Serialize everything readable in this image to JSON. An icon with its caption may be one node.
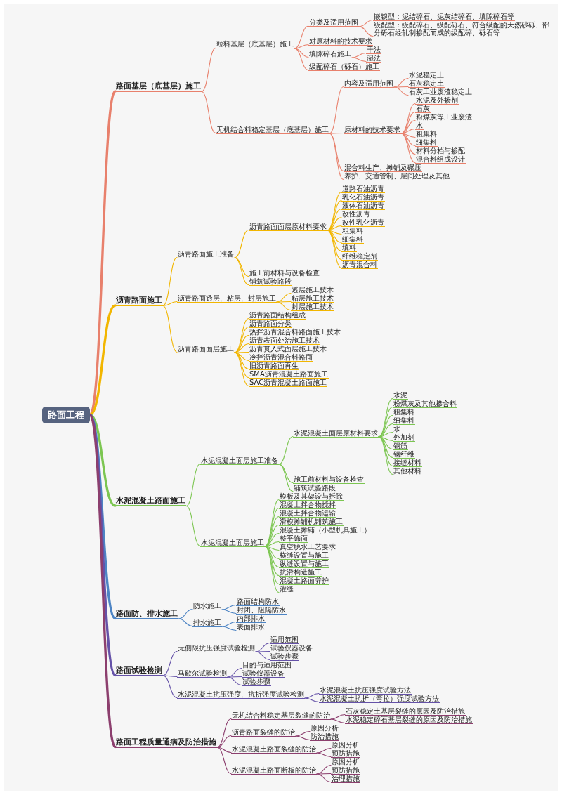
{
  "diagram": {
    "nodes": [
      {
        "text": [
          "路面工程"
        ]
      },
      {
        "text": [
          "路面基层（底基层）施工"
        ]
      },
      {
        "text": [
          "粒料基层（底基层）施工"
        ]
      },
      {
        "text": [
          "分类及适用范围"
        ]
      },
      {
        "text": [
          "嵌锁型：泥结碎石、泥灰结碎石、填隙碎石等"
        ]
      },
      {
        "text": [
          "级配型：级配碎石、级配砾石、符合级配的天然砂砾、部分砾石经轧制掺配而成的级配碎、砾石等"
        ]
      },
      {
        "text": [
          "对原材料的技术要求"
        ]
      },
      {
        "text": [
          "填隙碎石施工"
        ]
      },
      {
        "text": [
          "干法"
        ]
      },
      {
        "text": [
          "湿法"
        ]
      },
      {
        "text": [
          "级配碎石（砾石）施工"
        ]
      },
      {
        "text": [
          "无机结合料稳定基层（底基层）施工"
        ]
      },
      {
        "text": [
          "内容及适用范围"
        ]
      },
      {
        "text": [
          "水泥稳定土"
        ]
      },
      {
        "text": [
          "石灰稳定土"
        ]
      },
      {
        "text": [
          "石灰工业废渣稳定土"
        ]
      },
      {
        "text": [
          "原材料的技术要求"
        ]
      },
      {
        "text": [
          "水泥及外掺剂"
        ]
      },
      {
        "text": [
          "石灰"
        ]
      },
      {
        "text": [
          "粉煤灰等工业废渣"
        ]
      },
      {
        "text": [
          "水"
        ]
      },
      {
        "text": [
          "粗集料"
        ]
      },
      {
        "text": [
          "细集料"
        ]
      },
      {
        "text": [
          "材料分档与掺配"
        ]
      },
      {
        "text": [
          "混合料组成设计"
        ]
      },
      {
        "text": [
          "混合料生产、摊铺及碾压"
        ]
      },
      {
        "text": [
          "养护、交通管制、层间处理及其他"
        ]
      },
      {
        "text": [
          "沥青路面施工"
        ]
      },
      {
        "text": [
          "沥青路面施工准备"
        ]
      },
      {
        "text": [
          "沥青路面面层原材料要求"
        ]
      },
      {
        "text": [
          "道路石油沥青"
        ]
      },
      {
        "text": [
          "乳化石油沥青"
        ]
      },
      {
        "text": [
          "液体石油沥青"
        ]
      },
      {
        "text": [
          "改性沥青"
        ]
      },
      {
        "text": [
          "改性乳化沥青"
        ]
      },
      {
        "text": [
          "粗集料"
        ]
      },
      {
        "text": [
          "细集料"
        ]
      },
      {
        "text": [
          "填料"
        ]
      },
      {
        "text": [
          "纤维稳定剂"
        ]
      },
      {
        "text": [
          "沥青混合料"
        ]
      },
      {
        "text": [
          "施工前材料与设备检查"
        ]
      },
      {
        "text": [
          "铺筑试验路段"
        ]
      },
      {
        "text": [
          "沥青路面透层、粘层、封层施工"
        ]
      },
      {
        "text": [
          "透层施工技术"
        ]
      },
      {
        "text": [
          "粘层施工技术"
        ]
      },
      {
        "text": [
          "封层施工技术"
        ]
      },
      {
        "text": [
          "沥青路面面层施工"
        ]
      },
      {
        "text": [
          "沥青路面结构组成"
        ]
      },
      {
        "text": [
          "沥青路面分类"
        ]
      },
      {
        "text": [
          "热拌沥青混合料路面施工技术"
        ]
      },
      {
        "text": [
          "沥青表面处治施工技术"
        ]
      },
      {
        "text": [
          "沥青贯入式面层施工技术"
        ]
      },
      {
        "text": [
          "冷拌沥青混合料路面"
        ]
      },
      {
        "text": [
          "旧沥青路面再生"
        ]
      },
      {
        "text": [
          "SMA沥青混凝土路面施工"
        ]
      },
      {
        "text": [
          "SAC沥青混凝土路面施工"
        ]
      },
      {
        "text": [
          "水泥混凝土路面施工"
        ]
      },
      {
        "text": [
          "水泥混凝土面层施工准备"
        ]
      },
      {
        "text": [
          "水泥混凝土面层原材料要求"
        ]
      },
      {
        "text": [
          "水泥"
        ]
      },
      {
        "text": [
          "粉煤灰及其他掺合料"
        ]
      },
      {
        "text": [
          "粗集料"
        ]
      },
      {
        "text": [
          "细集料"
        ]
      },
      {
        "text": [
          "水"
        ]
      },
      {
        "text": [
          "外加剂"
        ]
      },
      {
        "text": [
          "钢筋"
        ]
      },
      {
        "text": [
          "钢纤维"
        ]
      },
      {
        "text": [
          "接缝材料"
        ]
      },
      {
        "text": [
          "其他材料"
        ]
      },
      {
        "text": [
          "施工前材料与设备检查"
        ]
      },
      {
        "text": [
          "铺筑试验路段"
        ]
      },
      {
        "text": [
          "水泥混凝土面层施工"
        ]
      },
      {
        "text": [
          "模板及其架设与拆除"
        ]
      },
      {
        "text": [
          "混凝土拌合物搅拌"
        ]
      },
      {
        "text": [
          "混凝土拌合物运输"
        ]
      },
      {
        "text": [
          "滑模摊铺机铺筑施工"
        ]
      },
      {
        "text": [
          "混凝土摊铺（小型机具施工）"
        ]
      },
      {
        "text": [
          "整平饰面"
        ]
      },
      {
        "text": [
          "真空脱水工艺要求"
        ]
      },
      {
        "text": [
          "横缝设置与施工"
        ]
      },
      {
        "text": [
          "纵缝设置与施工"
        ]
      },
      {
        "text": [
          "抗滑构造施工"
        ]
      },
      {
        "text": [
          "混凝土路面养护"
        ]
      },
      {
        "text": [
          "灌缝"
        ]
      },
      {
        "text": [
          "路面防、排水施工"
        ]
      },
      {
        "text": [
          "防水施工"
        ]
      },
      {
        "text": [
          "路面结构防水"
        ]
      },
      {
        "text": [
          "封闭、阻隔防水"
        ]
      },
      {
        "text": [
          "排水施工"
        ]
      },
      {
        "text": [
          "内部排水"
        ]
      },
      {
        "text": [
          "表面排水"
        ]
      },
      {
        "text": [
          "路面试验检测"
        ]
      },
      {
        "text": [
          "无侧限抗压强度试验检测"
        ]
      },
      {
        "text": [
          "适用范围"
        ]
      },
      {
        "text": [
          "试验仪器设备"
        ]
      },
      {
        "text": [
          "试验步骤"
        ]
      },
      {
        "text": [
          "马歇尔试验检测"
        ]
      },
      {
        "text": [
          "目的与适用范围"
        ]
      },
      {
        "text": [
          "试验仪器设备"
        ]
      },
      {
        "text": [
          "试验步骤"
        ]
      },
      {
        "text": [
          "水泥混凝土抗压强度、抗折强度试验检测"
        ]
      },
      {
        "text": [
          "水泥混凝土抗压强度试验方法"
        ]
      },
      {
        "text": [
          "水泥混凝土抗折（弯拉）强度试验方法"
        ]
      },
      {
        "text": [
          "路面工程质量通病及防治措施"
        ]
      },
      {
        "text": [
          "无机结合料稳定基层裂缝的防治"
        ]
      },
      {
        "text": [
          "石灰稳定土基层裂缝的原因及防治措施"
        ]
      },
      {
        "text": [
          "水泥稳定碎石基层裂缝的原因及防治措施"
        ]
      },
      {
        "text": [
          "沥青路面裂缝的防治"
        ]
      },
      {
        "text": [
          "原因分析"
        ]
      },
      {
        "text": [
          "防治措施"
        ]
      },
      {
        "text": [
          "水泥混凝土路面裂缝的防治"
        ]
      },
      {
        "text": [
          "原因分析"
        ]
      },
      {
        "text": [
          "预防措施"
        ]
      },
      {
        "text": [
          "水泥混凝土路面断板的防治"
        ]
      },
      {
        "text": [
          "原因分析"
        ]
      },
      {
        "text": [
          "预防措施"
        ]
      },
      {
        "text": [
          "治理措施"
        ]
      }
    ],
    "edges": [
      {
        "from": 0,
        "to": 1,
        "arrow": "none",
        "style": "thick",
        "color": "#e8806c"
      },
      {
        "from": 1,
        "to": 2,
        "arrow": "none",
        "color": "#e8806c"
      },
      {
        "from": 2,
        "to": 3,
        "arrow": "none",
        "color": "#e8806c"
      },
      {
        "from": 3,
        "to": 4,
        "arrow": "none",
        "color": "#e8806c"
      },
      {
        "from": 3,
        "to": 5,
        "arrow": "none",
        "color": "#e8806c"
      },
      {
        "from": 2,
        "to": 6,
        "arrow": "none",
        "color": "#e8806c"
      },
      {
        "from": 2,
        "to": 7,
        "arrow": "none",
        "color": "#e8806c"
      },
      {
        "from": 7,
        "to": 8,
        "arrow": "none",
        "color": "#e8806c"
      },
      {
        "from": 7,
        "to": 9,
        "arrow": "none",
        "color": "#e8806c"
      },
      {
        "from": 2,
        "to": 10,
        "arrow": "none",
        "color": "#e8806c"
      },
      {
        "from": 1,
        "to": 11,
        "arrow": "none",
        "color": "#e8806c"
      },
      {
        "from": 11,
        "to": 12,
        "arrow": "none",
        "color": "#e8806c"
      },
      {
        "from": 12,
        "to": 13,
        "arrow": "none",
        "color": "#e8806c"
      },
      {
        "from": 12,
        "to": 14,
        "arrow": "none",
        "color": "#e8806c"
      },
      {
        "from": 12,
        "to": 15,
        "arrow": "none",
        "color": "#e8806c"
      },
      {
        "from": 11,
        "to": 16,
        "arrow": "none",
        "color": "#e8806c"
      },
      {
        "from": 16,
        "to": 17,
        "arrow": "none",
        "color": "#e8806c"
      },
      {
        "from": 16,
        "to": 18,
        "arrow": "none",
        "color": "#e8806c"
      },
      {
        "from": 16,
        "to": 19,
        "arrow": "none",
        "color": "#e8806c"
      },
      {
        "from": 16,
        "to": 20,
        "arrow": "none",
        "color": "#e8806c"
      },
      {
        "from": 16,
        "to": 21,
        "arrow": "none",
        "color": "#e8806c"
      },
      {
        "from": 16,
        "to": 22,
        "arrow": "none",
        "color": "#e8806c"
      },
      {
        "from": 16,
        "to": 23,
        "arrow": "none",
        "color": "#e8806c"
      },
      {
        "from": 16,
        "to": 24,
        "arrow": "none",
        "color": "#e8806c"
      },
      {
        "from": 11,
        "to": 25,
        "arrow": "none",
        "color": "#e8806c"
      },
      {
        "from": 11,
        "to": 26,
        "arrow": "none",
        "color": "#e8806c"
      },
      {
        "from": 0,
        "to": 27,
        "arrow": "none",
        "style": "thick"
      },
      {
        "from": 27,
        "to": 28,
        "arrow": "none"
      },
      {
        "from": 28,
        "to": 29,
        "arrow": "none"
      },
      {
        "from": 29,
        "to": 30,
        "arrow": "none"
      },
      {
        "from": 29,
        "to": 31,
        "arrow": "none"
      },
      {
        "from": 29,
        "to": 32,
        "arrow": "none"
      },
      {
        "from": 29,
        "to": 33,
        "arrow": "none"
      },
      {
        "from": 29,
        "to": 34,
        "arrow": "none"
      },
      {
        "from": 29,
        "to": 35,
        "arrow": "none"
      },
      {
        "from": 29,
        "to": 36,
        "arrow": "none"
      },
      {
        "from": 29,
        "to": 37,
        "arrow": "none"
      },
      {
        "from": 29,
        "to": 38,
        "arrow": "none"
      },
      {
        "from": 29,
        "to": 39,
        "arrow": "none"
      },
      {
        "from": 28,
        "to": 40,
        "arrow": "none"
      },
      {
        "from": 28,
        "to": 41,
        "arrow": "none"
      },
      {
        "from": 27,
        "to": 42,
        "arrow": "none"
      },
      {
        "from": 42,
        "to": 43,
        "arrow": "none"
      },
      {
        "from": 42,
        "to": 44,
        "arrow": "none"
      },
      {
        "from": 42,
        "to": 45,
        "arrow": "none"
      },
      {
        "from": 27,
        "to": 46,
        "arrow": "none"
      },
      {
        "from": 46,
        "to": 47,
        "arrow": "none"
      },
      {
        "from": 46,
        "to": 48,
        "arrow": "none"
      },
      {
        "from": 46,
        "to": 49,
        "arrow": "none"
      },
      {
        "from": 46,
        "to": 50,
        "arrow": "none"
      },
      {
        "from": 46,
        "to": 51,
        "arrow": "none"
      },
      {
        "from": 46,
        "to": 52,
        "arrow": "none"
      },
      {
        "from": 46,
        "to": 53,
        "arrow": "none"
      },
      {
        "from": 46,
        "to": 54,
        "arrow": "none"
      },
      {
        "from": 46,
        "to": 55,
        "arrow": "none"
      },
      {
        "from": 0,
        "to": 56,
        "arrow": "none",
        "style": "thick",
        "color": "#7cc651"
      },
      {
        "from": 56,
        "to": 57,
        "arrow": "none",
        "color": "#7cc651"
      },
      {
        "from": 57,
        "to": 58,
        "arrow": "none",
        "color": "#7cc651"
      },
      {
        "from": 58,
        "to": 59,
        "arrow": "none",
        "color": "#7cc651"
      },
      {
        "from": 58,
        "to": 60,
        "arrow": "none",
        "color": "#7cc651"
      },
      {
        "from": 58,
        "to": 61,
        "arrow": "none",
        "color": "#7cc651"
      },
      {
        "from": 58,
        "to": 62,
        "arrow": "none",
        "color": "#7cc651"
      },
      {
        "from": 58,
        "to": 63,
        "arrow": "none",
        "color": "#7cc651"
      },
      {
        "from": 58,
        "to": 64,
        "arrow": "none",
        "color": "#7cc651"
      },
      {
        "from": 58,
        "to": 65,
        "arrow": "none",
        "color": "#7cc651"
      },
      {
        "from": 58,
        "to": 66,
        "arrow": "none",
        "color": "#7cc651"
      },
      {
        "from": 58,
        "to": 67,
        "arrow": "none",
        "color": "#7cc651"
      },
      {
        "from": 58,
        "to": 68,
        "arrow": "none",
        "color": "#7cc651"
      },
      {
        "from": 57,
        "to": 69,
        "arrow": "none",
        "color": "#7cc651"
      },
      {
        "from": 57,
        "to": 70,
        "arrow": "none",
        "color": "#7cc651"
      },
      {
        "from": 56,
        "to": 71,
        "arrow": "none",
        "color": "#7cc651"
      },
      {
        "from": 71,
        "to": 72,
        "arrow": "none",
        "color": "#7cc651"
      },
      {
        "from": 71,
        "to": 73,
        "arrow": "none",
        "color": "#7cc651"
      },
      {
        "from": 71,
        "to": 74,
        "arrow": "none",
        "color": "#7cc651"
      },
      {
        "from": 71,
        "to": 75,
        "arrow": "none",
        "color": "#7cc651"
      },
      {
        "from": 71,
        "to": 76,
        "arrow": "none",
        "color": "#7cc651"
      },
      {
        "from": 71,
        "to": 77,
        "arrow": "none",
        "color": "#7cc651"
      },
      {
        "from": 71,
        "to": 78,
        "arrow": "none",
        "color": "#7cc651"
      },
      {
        "from": 71,
        "to": 79,
        "arrow": "none",
        "color": "#7cc651"
      },
      {
        "from": 71,
        "to": 80,
        "arrow": "none",
        "color": "#7cc651"
      },
      {
        "from": 71,
        "to": 81,
        "arrow": "none",
        "color": "#7cc651"
      },
      {
        "from": 71,
        "to": 82,
        "arrow": "none",
        "color": "#7cc651"
      },
      {
        "from": 71,
        "to": 83,
        "arrow": "none",
        "color": "#7cc651"
      },
      {
        "from": 0,
        "to": 84,
        "arrow": "none",
        "style": "thick",
        "color": "#4d84c4"
      },
      {
        "from": 84,
        "to": 85,
        "arrow": "none",
        "color": "#4d84c4"
      },
      {
        "from": 85,
        "to": 86,
        "arrow": "none",
        "color": "#4d84c4"
      },
      {
        "from": 85,
        "to": 87,
        "arrow": "none",
        "color": "#4d84c4"
      },
      {
        "from": 84,
        "to": 88,
        "arrow": "none",
        "color": "#4d84c4"
      },
      {
        "from": 88,
        "to": 89,
        "arrow": "none",
        "color": "#4d84c4"
      },
      {
        "from": 88,
        "to": 90,
        "arrow": "none",
        "color": "#4d84c4"
      },
      {
        "from": 0,
        "to": 91,
        "arrow": "none",
        "style": "thick",
        "color": "#6552a8"
      },
      {
        "from": 91,
        "to": 92,
        "arrow": "none",
        "color": "#6552a8"
      },
      {
        "from": 92,
        "to": 93,
        "arrow": "none",
        "color": "#6552a8"
      },
      {
        "from": 92,
        "to": 94,
        "arrow": "none",
        "color": "#6552a8"
      },
      {
        "from": 92,
        "to": 95,
        "arrow": "none",
        "color": "#6552a8"
      },
      {
        "from": 91,
        "to": 96,
        "arrow": "none",
        "color": "#6552a8"
      },
      {
        "from": 96,
        "to": 97,
        "arrow": "none",
        "color": "#6552a8"
      },
      {
        "from": 96,
        "to": 98,
        "arrow": "none",
        "color": "#6552a8"
      },
      {
        "from": 96,
        "to": 99,
        "arrow": "none",
        "color": "#6552a8"
      },
      {
        "from": 91,
        "to": 100,
        "arrow": "none",
        "color": "#6552a8"
      },
      {
        "from": 100,
        "to": 101,
        "arrow": "none",
        "color": "#6552a8"
      },
      {
        "from": 100,
        "to": 102,
        "arrow": "none",
        "color": "#6552a8"
      },
      {
        "from": 0,
        "to": 103,
        "arrow": "none",
        "style": "thick",
        "color": "#8c3f6e"
      },
      {
        "from": 103,
        "to": 104,
        "arrow": "none",
        "color": "#8c3f6e"
      },
      {
        "from": 104,
        "to": 105,
        "arrow": "none",
        "color": "#8c3f6e"
      },
      {
        "from": 104,
        "to": 106,
        "arrow": "none",
        "color": "#8c3f6e"
      },
      {
        "from": 103,
        "to": 107,
        "arrow": "none",
        "color": "#8c3f6e"
      },
      {
        "from": 107,
        "to": 108,
        "arrow": "none",
        "color": "#8c3f6e"
      },
      {
        "from": 107,
        "to": 109,
        "arrow": "none",
        "color": "#8c3f6e"
      },
      {
        "from": 103,
        "to": 110,
        "arrow": "none",
        "color": "#8c3f6e"
      },
      {
        "from": 110,
        "to": 111,
        "arrow": "none",
        "color": "#8c3f6e"
      },
      {
        "from": 110,
        "to": 112,
        "arrow": "none",
        "color": "#8c3f6e"
      },
      {
        "from": 103,
        "to": 113,
        "arrow": "none",
        "color": "#8c3f6e"
      },
      {
        "from": 113,
        "to": 114,
        "arrow": "none",
        "color": "#8c3f6e"
      },
      {
        "from": 113,
        "to": 115,
        "arrow": "none",
        "color": "#8c3f6e"
      },
      {
        "from": 113,
        "to": 116,
        "arrow": "none",
        "color": "#8c3f6e"
      }
    ]
  }
}
